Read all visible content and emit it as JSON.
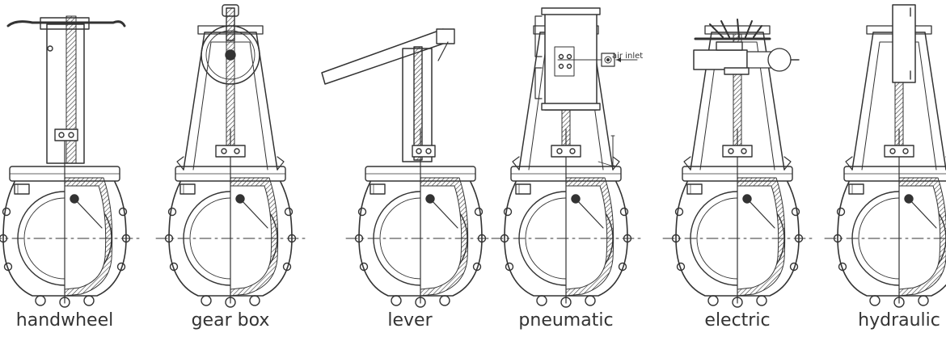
{
  "figure": {
    "actuators": [
      {
        "id": "handwheel",
        "label": "handwheel"
      },
      {
        "id": "gearbox",
        "label": "gear box"
      },
      {
        "id": "lever",
        "label": "lever"
      },
      {
        "id": "pneumatic",
        "label": "pneumatic",
        "annotation": "air inlet"
      },
      {
        "id": "electric",
        "label": "electric"
      },
      {
        "id": "hydraulic",
        "label": "hydraulic"
      }
    ]
  },
  "colors": {
    "line": "#333333",
    "background": "#ffffff"
  }
}
